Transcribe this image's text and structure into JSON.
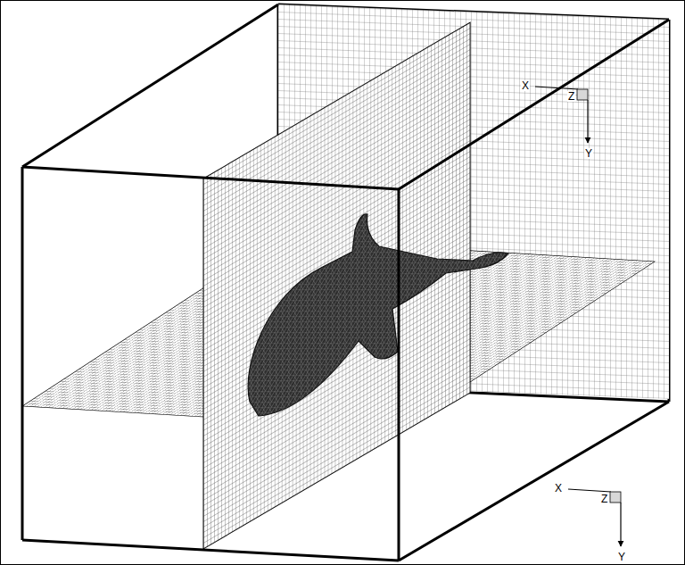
{
  "diagram": {
    "labels": [
      "X",
      "Z",
      "Y",
      "X",
      "Z",
      "Y"
    ]
  }
}
